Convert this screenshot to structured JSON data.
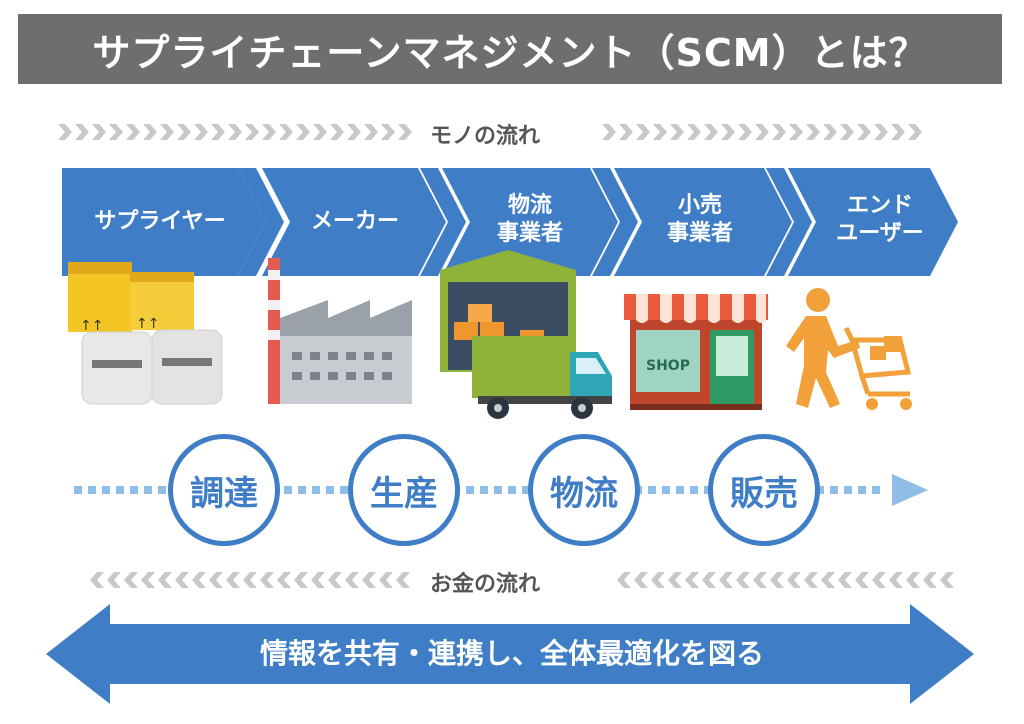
{
  "title": "サプライチェーンマネジメント（SCM）とは？",
  "goods_flow_label": "モノの流れ",
  "money_flow_label": "お金の流れ",
  "stages": [
    {
      "line1": "サプライヤー",
      "line2": ""
    },
    {
      "line1": "メーカー",
      "line2": ""
    },
    {
      "line1": "物流",
      "line2": "事業者"
    },
    {
      "line1": "小売",
      "line2": "事業者"
    },
    {
      "line1": "エンド",
      "line2": "ユーザー"
    }
  ],
  "processes": [
    "調達",
    "生産",
    "物流",
    "販売"
  ],
  "shop_sign": "SHOP",
  "bottom_message": "情報を共有・連携し、全体最適化を図る",
  "colors": {
    "blue": "#3f7ec6",
    "title_bg": "#6e6e6e",
    "chevron_gray": "#c8c8c8"
  }
}
